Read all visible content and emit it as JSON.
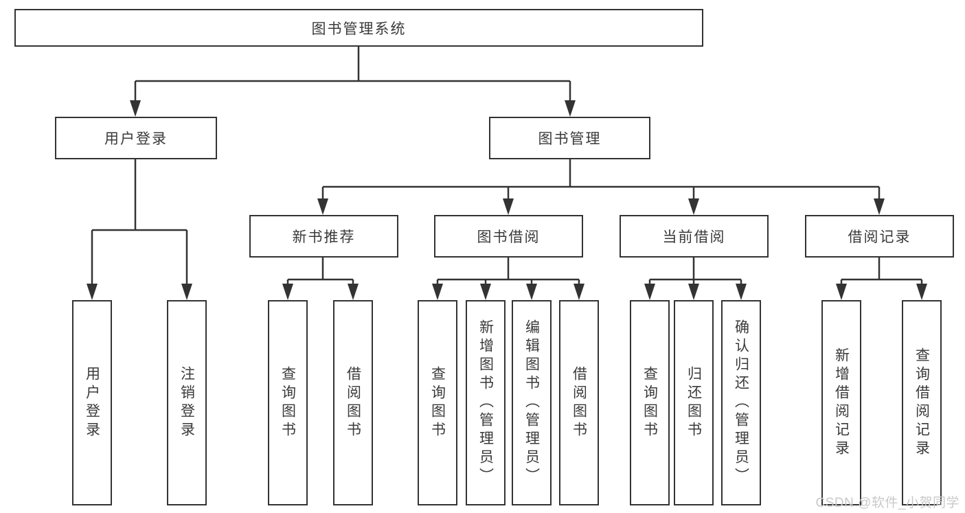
{
  "tree": {
    "root": {
      "label": "图书管理系统"
    },
    "branches": [
      {
        "label": "用户登录",
        "leaves": [
          "用户登录",
          "注销登录"
        ]
      },
      {
        "label": "图书管理",
        "groups": [
          {
            "label": "新书推荐",
            "leaves": [
              "查询图书",
              "借阅图书"
            ]
          },
          {
            "label": "图书借阅",
            "leaves": [
              "查询图书",
              "新增图书（管理员）",
              "编辑图书（管理员）",
              "借阅图书"
            ]
          },
          {
            "label": "当前借阅",
            "leaves": [
              "查询图书",
              "归还图书",
              "确认归还（管理员）"
            ]
          },
          {
            "label": "借阅记录",
            "leaves": [
              "新增借阅记录",
              "查询借阅记录"
            ]
          }
        ]
      }
    ]
  },
  "watermark": {
    "text": "CSDN @软件_小贺同学"
  },
  "colors": {
    "line": "#333333",
    "box_border": "#333333",
    "text": "#3a3a3a",
    "watermark": "#c9c9c9",
    "background": "#ffffff"
  }
}
